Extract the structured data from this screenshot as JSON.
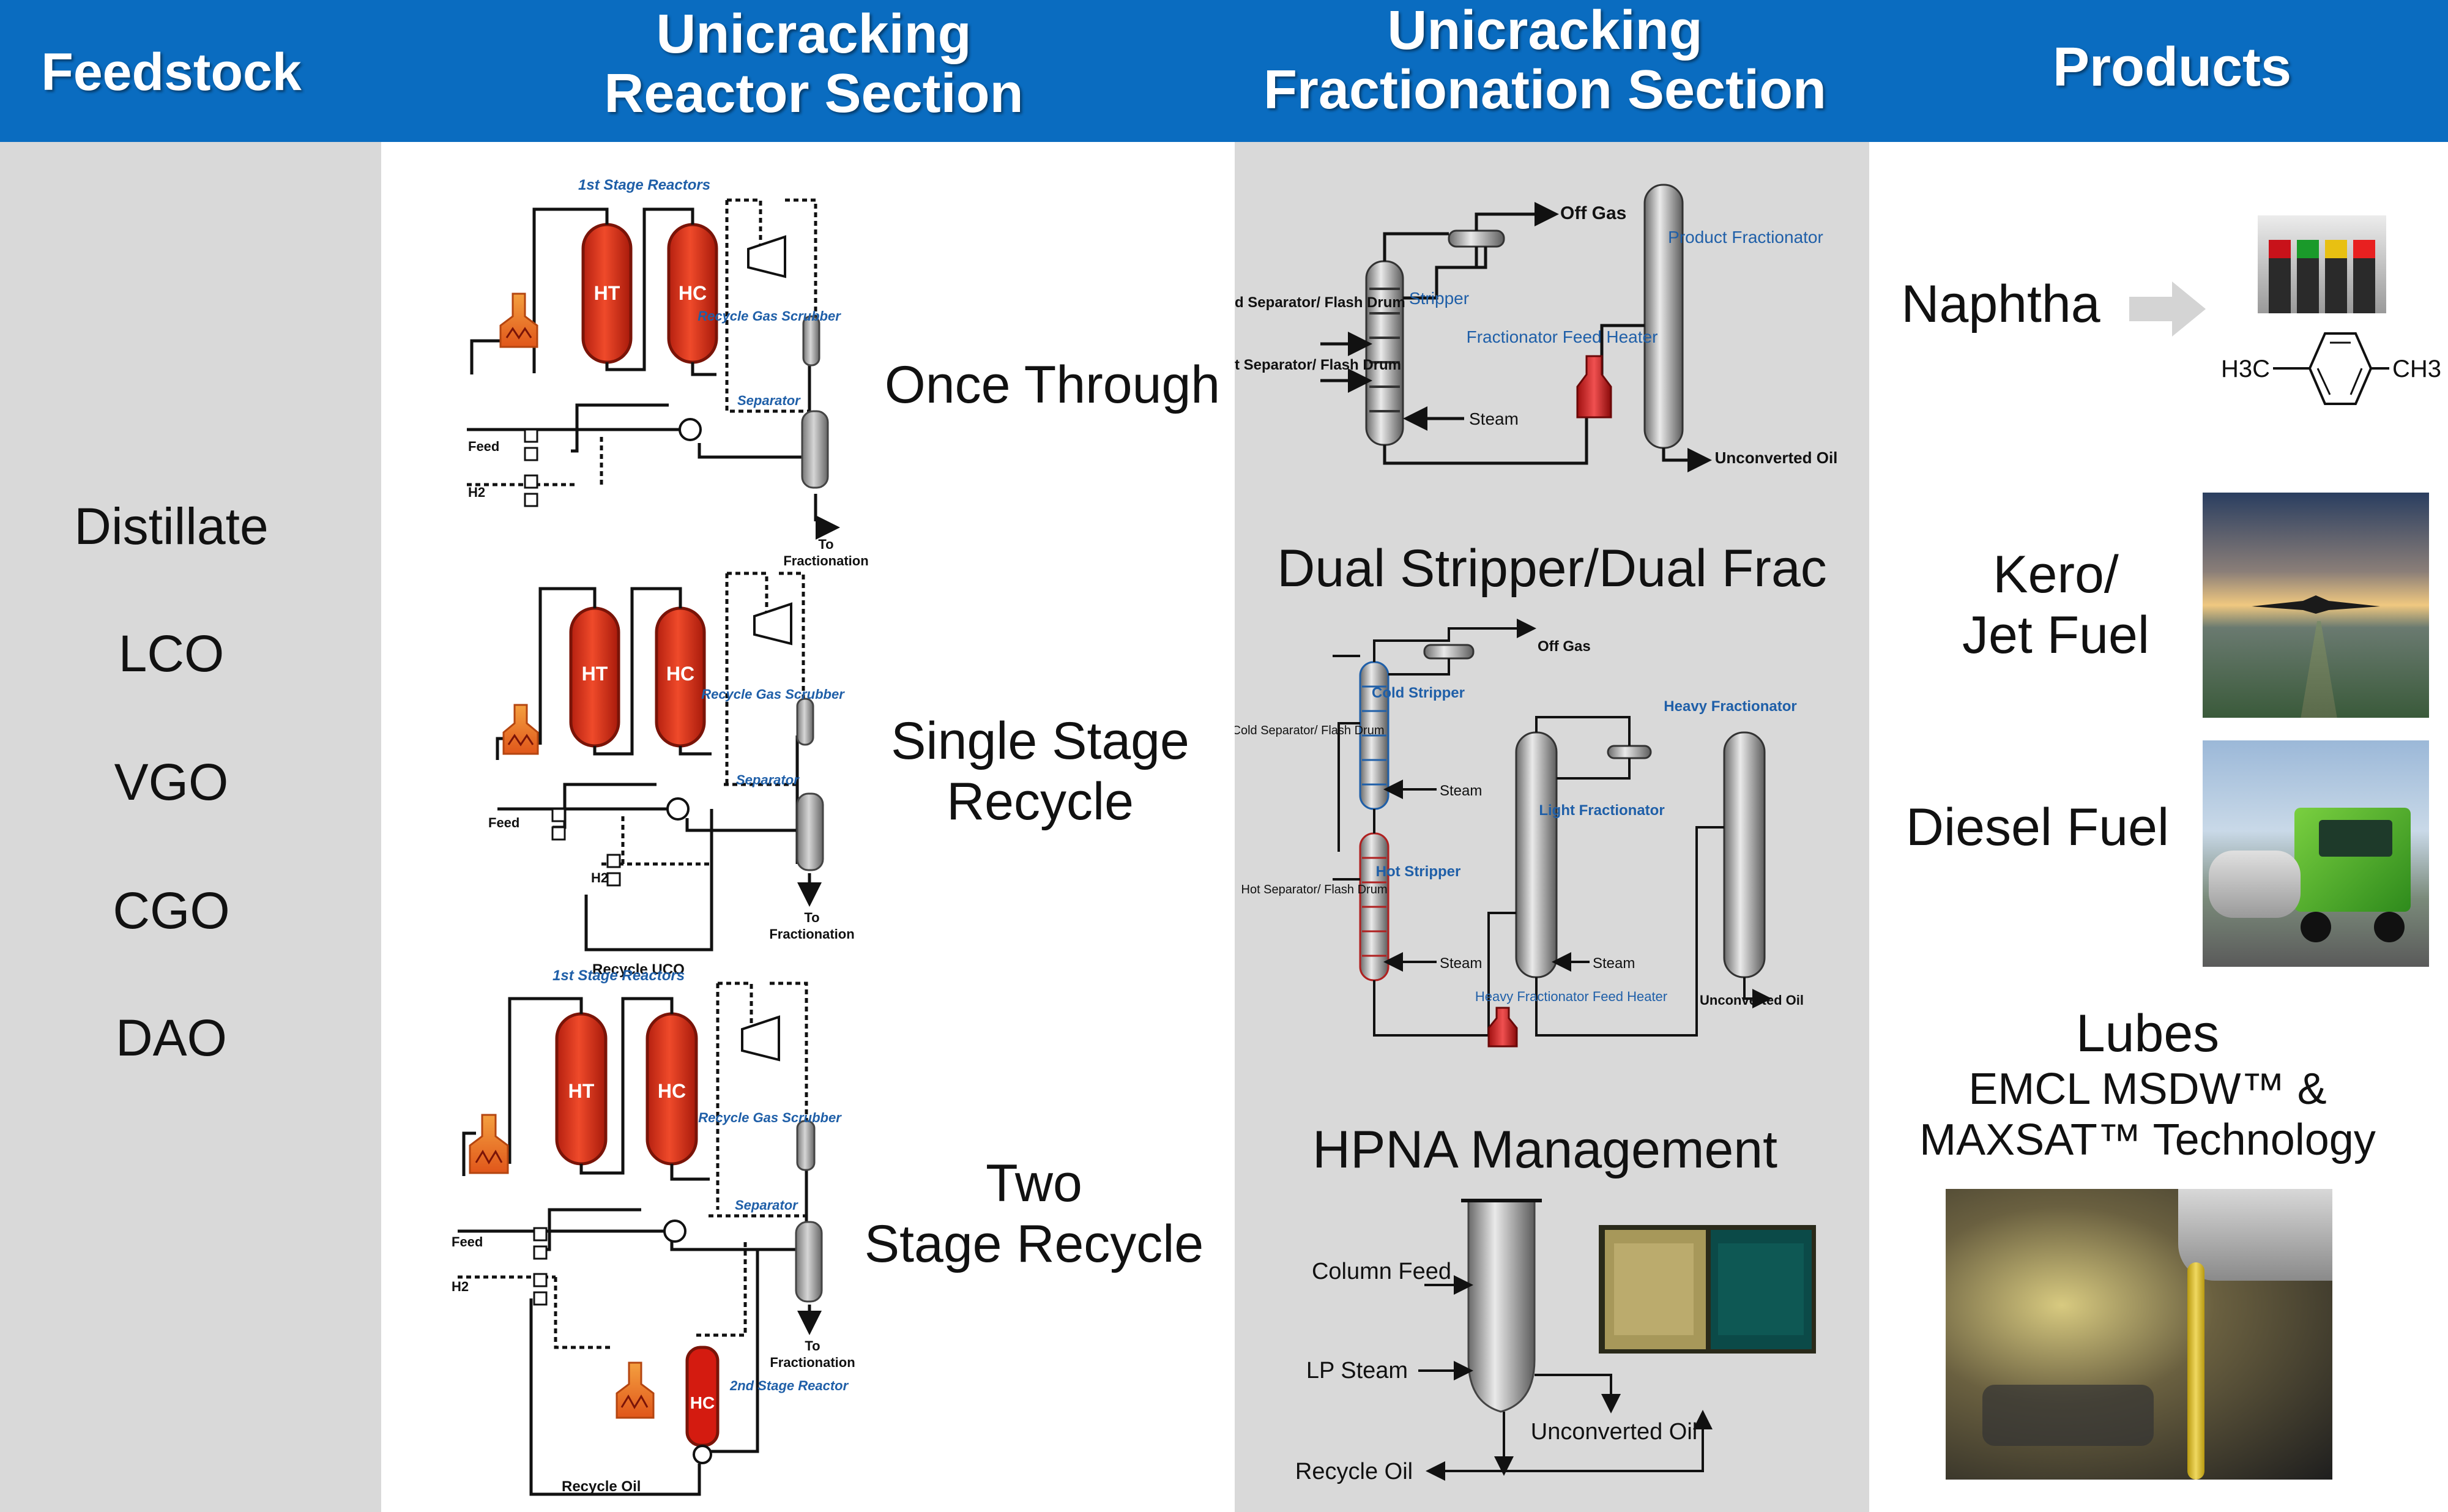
{
  "header": {
    "feedstock": "Feedstock",
    "reactor_line1": "Unicracking",
    "reactor_line2": "Reactor Section",
    "frac_line1": "Unicracking",
    "frac_line2": "Fractionation Section",
    "products": "Products"
  },
  "colors": {
    "header_blue": "#0a6cc0",
    "panel_gray": "#d9d9d9",
    "reactor_red": "#d9301a",
    "blue_label": "#1f5fa8"
  },
  "feedstocks": [
    "Distillate",
    "LCO",
    "VGO",
    "CGO",
    "DAO"
  ],
  "reactor": {
    "labels": {
      "ht": "HT",
      "hc": "HC",
      "recycle_gas_scrubber": "Recycle Gas Scrubber",
      "separator": "Separator",
      "feed": "Feed",
      "h2": "H2",
      "to": "To",
      "fractionation": "Fractionation"
    },
    "once_through": {
      "title": "Once Through",
      "stage_label": "1st Stage Reactors"
    },
    "single_stage": {
      "title_line1": "Single Stage",
      "title_line2": "Recycle",
      "recycle_label": "Recycle UCO"
    },
    "two_stage": {
      "title_line1": "Two",
      "title_line2": "Stage Recycle",
      "stage_label": "1st Stage Reactors",
      "second_stage": "2nd Stage Reactor",
      "recycle_label": "Recycle Oil"
    }
  },
  "fractionation": {
    "diagram1": {
      "off_gas": "Off Gas",
      "product_fractionator": "Product Fractionator",
      "cold_sep": "Cold Separator/ Flash Drum",
      "hot_sep": "Hot Separator/ Flash Drum",
      "stripper": "Stripper",
      "feed_heater": "Fractionator Feed Heater",
      "steam": "Steam",
      "unconverted_oil": "Unconverted Oil"
    },
    "dual_title": "Dual Stripper/Dual Frac",
    "diagram2": {
      "off_gas": "Off Gas",
      "cold_stripper": "Cold Stripper",
      "heavy_fractionator": "Heavy Fractionator",
      "light_fractionator": "Light Fractionator",
      "hot_stripper": "Hot Stripper",
      "cold_sep": "Cold Separator/ Flash Drum",
      "hot_sep": "Hot Separator/ Flash Drum",
      "steam": "Steam",
      "heavy_heater": "Heavy Fractionator Feed Heater",
      "unconverted_oil": "Unconverted Oil"
    },
    "hpna_title": "HPNA Management",
    "hpna": {
      "column_feed": "Column Feed",
      "lp_steam": "LP Steam",
      "unconverted_oil": "Unconverted Oil",
      "recycle_oil": "Recycle Oil"
    }
  },
  "products": {
    "naphtha": "Naphtha",
    "h3c": "H3C",
    "ch3": "CH3",
    "kero_line1": "Kero/",
    "kero_line2": "Jet Fuel",
    "diesel": "Diesel Fuel",
    "lubes": "Lubes",
    "lubes_line2": "EMCL MSDW™ &",
    "lubes_line3": "MAXSAT™ Technology"
  }
}
